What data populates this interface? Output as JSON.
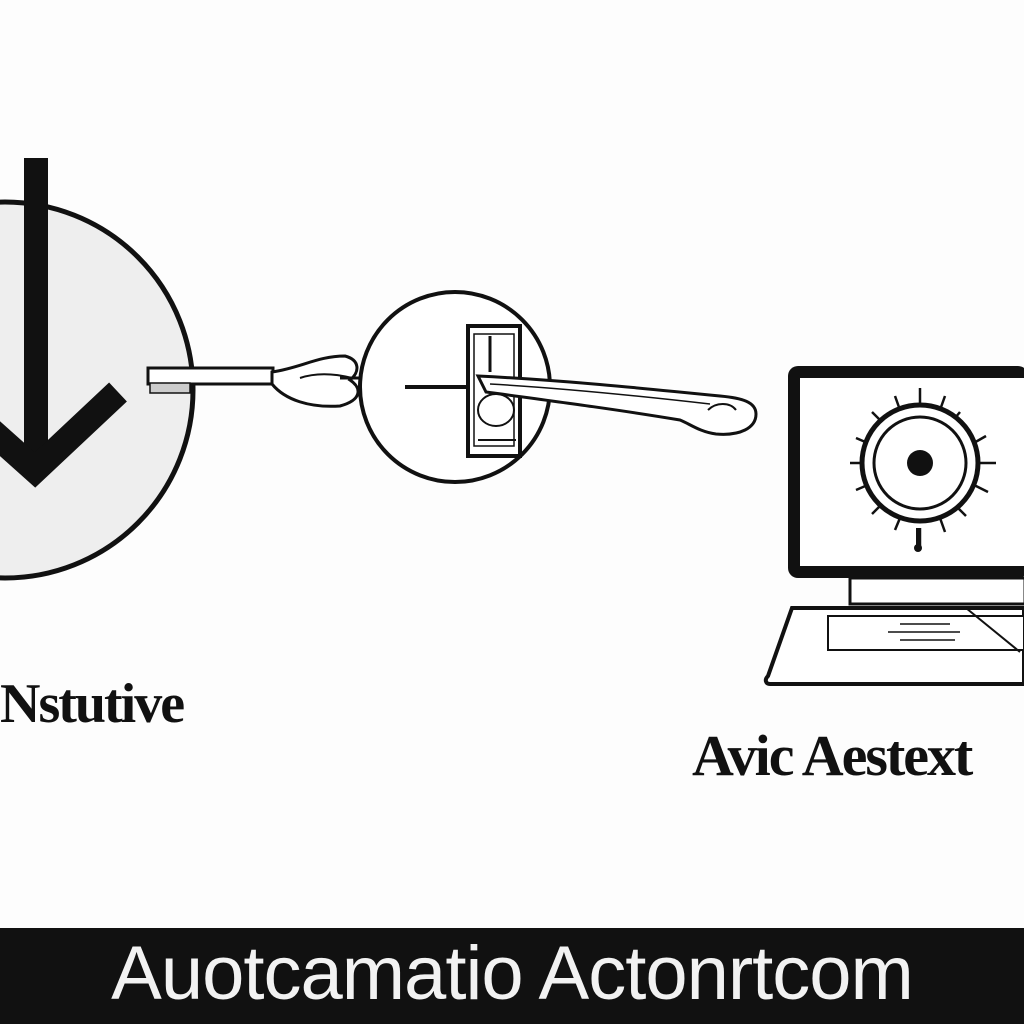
{
  "diagram": {
    "left_label": "Nstutive",
    "right_label": "Avic Aestext",
    "footer_title": "Auotcamatio Actonrtcom"
  },
  "icons": {
    "left_node": "down-arrow-icon",
    "middle_node": "connector-icon",
    "right_node": "computer-icon",
    "monitor_graphic": "sun-disc-icon"
  },
  "colors": {
    "background": "#fdfdfd",
    "ink": "#111111",
    "circle_fill": "#eeeeee",
    "footer_bar": "#111111",
    "footer_text": "#f2f2f2"
  }
}
